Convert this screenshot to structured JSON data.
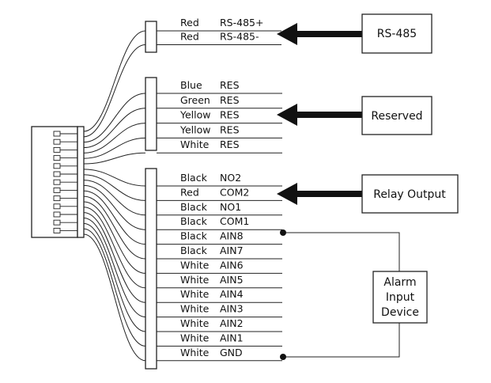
{
  "groups": [
    {
      "id": "rs485",
      "wires": [
        {
          "color": "Red",
          "signal": "RS-485+"
        },
        {
          "color": "Red",
          "signal": "RS-485-"
        }
      ]
    },
    {
      "id": "reserved",
      "wires": [
        {
          "color": "Blue",
          "signal": "RES"
        },
        {
          "color": "Green",
          "signal": "RES"
        },
        {
          "color": "Yellow",
          "signal": "RES"
        },
        {
          "color": "Yellow",
          "signal": "RES"
        },
        {
          "color": "White",
          "signal": "RES"
        }
      ]
    },
    {
      "id": "relay-alarm",
      "wires": [
        {
          "color": "Black",
          "signal": "NO2"
        },
        {
          "color": "Red",
          "signal": "COM2"
        },
        {
          "color": "Black",
          "signal": "NO1"
        },
        {
          "color": "Black",
          "signal": "COM1"
        },
        {
          "color": "Black",
          "signal": "AIN8"
        },
        {
          "color": "Black",
          "signal": "AIN7"
        },
        {
          "color": "White",
          "signal": "AIN6"
        },
        {
          "color": "White",
          "signal": "AIN5"
        },
        {
          "color": "White",
          "signal": "AIN4"
        },
        {
          "color": "White",
          "signal": "AIN3"
        },
        {
          "color": "White",
          "signal": "AIN2"
        },
        {
          "color": "White",
          "signal": "AIN1"
        },
        {
          "color": "White",
          "signal": "GND"
        }
      ]
    }
  ],
  "boxes": {
    "rs485": "RS-485",
    "reserved": "Reserved",
    "relay": "Relay Output",
    "alarm": [
      "Alarm",
      "Input",
      "Device"
    ]
  }
}
